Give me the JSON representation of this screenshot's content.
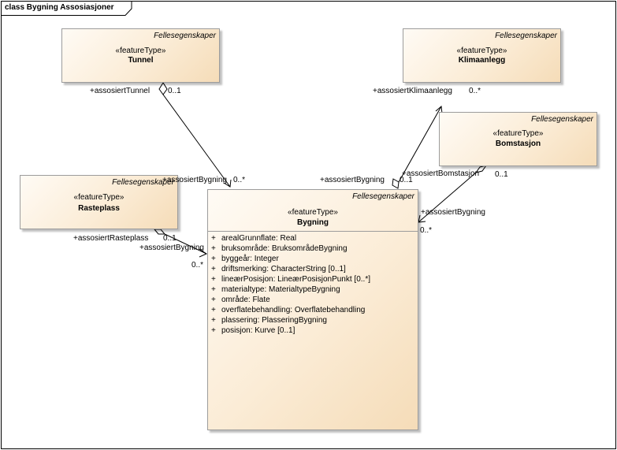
{
  "diagram": {
    "title": "class Bygning Assosiasjoner"
  },
  "classes": {
    "tunnel": {
      "package": "Fellesegenskaper",
      "stereotype": "«featureType»",
      "name": "Tunnel"
    },
    "klimaanlegg": {
      "package": "Fellesegenskaper",
      "stereotype": "«featureType»",
      "name": "Klimaanlegg"
    },
    "bomstasjon": {
      "package": "Fellesegenskaper",
      "stereotype": "«featureType»",
      "name": "Bomstasjon"
    },
    "rasteplass": {
      "package": "Fellesegenskaper",
      "stereotype": "«featureType»",
      "name": "Rasteplass"
    },
    "bygning": {
      "package": "Fellesegenskaper",
      "stereotype": "«featureType»",
      "name": "Bygning",
      "attributes": [
        {
          "vis": "+",
          "text": "arealGrunnflate: Real"
        },
        {
          "vis": "+",
          "text": "bruksområde: BruksområdeBygning"
        },
        {
          "vis": "+",
          "text": "byggeår: Integer"
        },
        {
          "vis": "+",
          "text": "driftsmerking: CharacterString [0..1]"
        },
        {
          "vis": "+",
          "text": "lineærPosisjon: LineærPosisjonPunkt [0..*]"
        },
        {
          "vis": "+",
          "text": "materialtype: MaterialtypeBygning"
        },
        {
          "vis": "+",
          "text": "område: Flate"
        },
        {
          "vis": "+",
          "text": "overflatebehandling: Overflatebehandling"
        },
        {
          "vis": "+",
          "text": "plassering: PlasseringBygning"
        },
        {
          "vis": "+",
          "text": "posisjon: Kurve [0..1]"
        }
      ]
    }
  },
  "associations": {
    "tunnel": {
      "source_role": "+assosiertTunnel",
      "source_mult": "0..1",
      "target_role": "+assosiertBygning",
      "target_mult": "0..*"
    },
    "klimaanlegg": {
      "source_role": "+assosiertKlimaanlegg",
      "source_mult": "0..*",
      "target_role": "+assosiertBygning",
      "target_mult": "0..1"
    },
    "bomstasjon": {
      "source_role": "+assosiertBomstasjon",
      "source_mult": "0..1",
      "target_role": "+assosiertBygning",
      "target_mult": "0..*"
    },
    "rasteplass": {
      "source_role": "+assosiertRasteplass",
      "source_mult": "0..1",
      "target_role": "+assosiertBygning",
      "target_mult": "0..*"
    }
  }
}
